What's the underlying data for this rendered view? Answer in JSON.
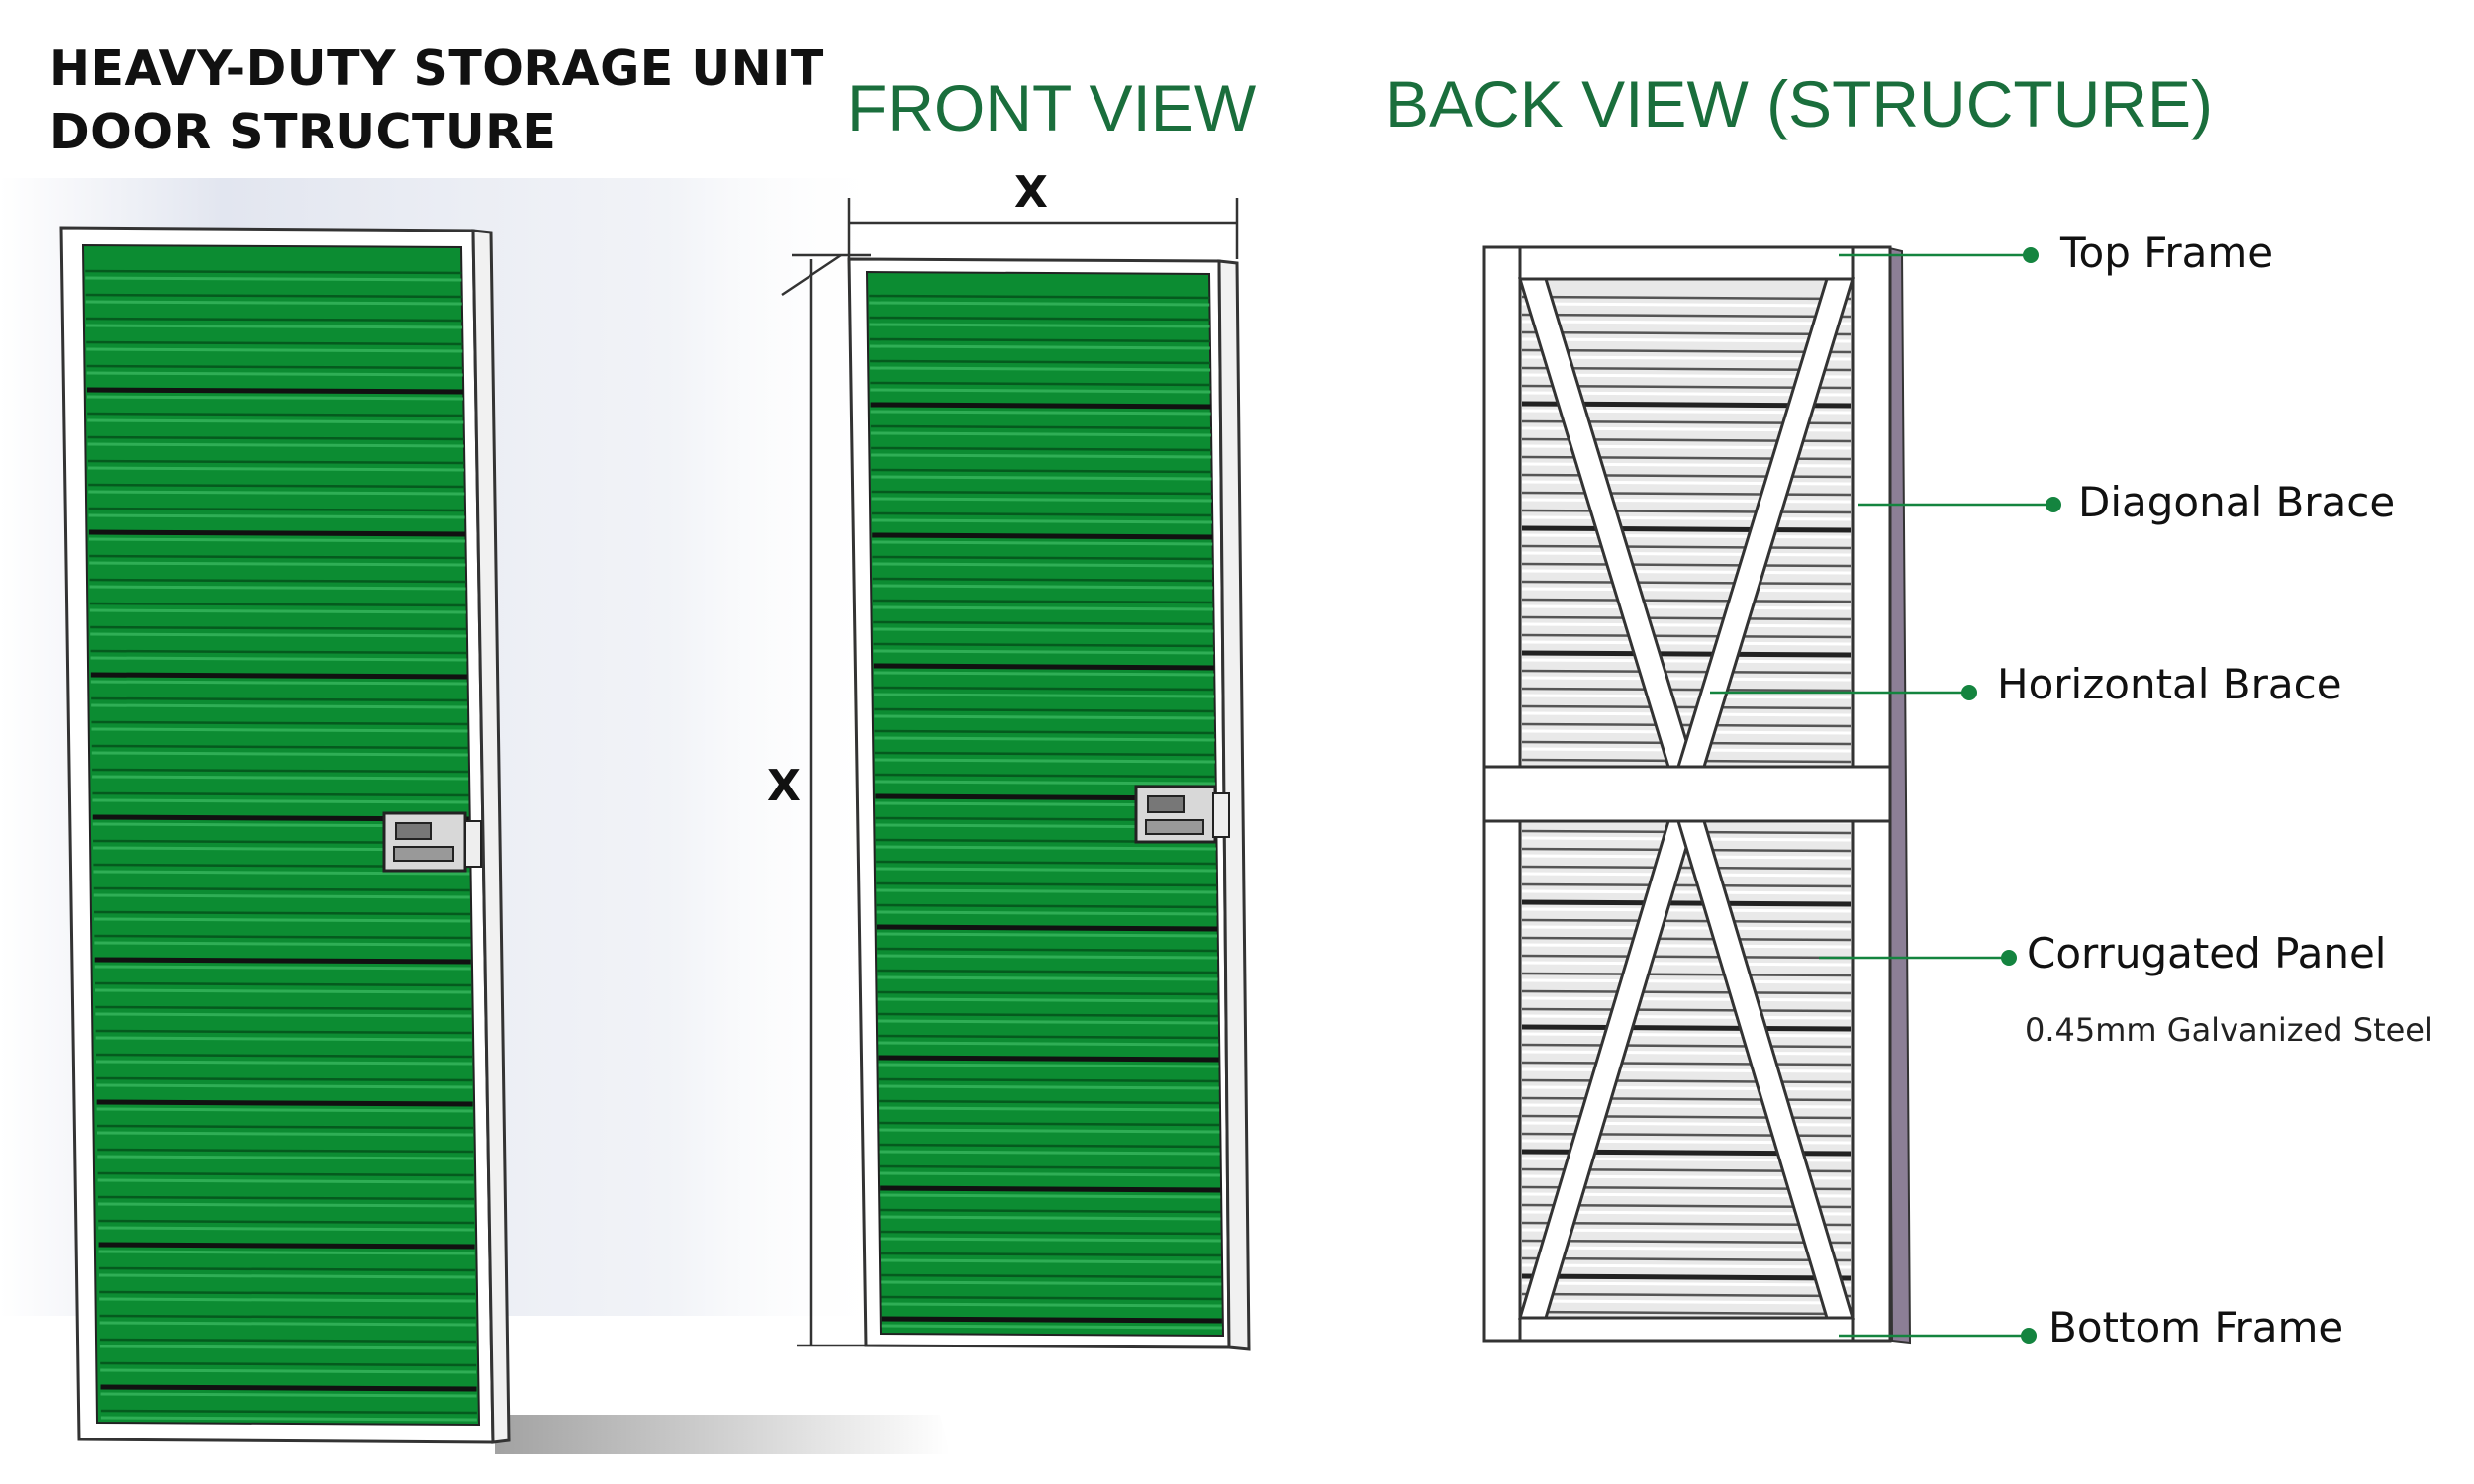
{
  "title": {
    "line1": "HEAVY-DUTY STORAGE UNIT",
    "line2": "DOOR STRUCTURE"
  },
  "front_view": {
    "heading": "FRONT VIEW",
    "width_label": "X",
    "height_label": "X"
  },
  "back_view": {
    "heading": "BACK VIEW (STRUCTURE)"
  },
  "callouts": {
    "top_frame": "Top Frame",
    "diagonal_brace": "Diagonal Brace",
    "horizontal_brace": "Horizontal Brace",
    "corrugated_panel": "Corrugated Panel",
    "corrugated_panel_spec": "0.45mm Galvanized Steel",
    "bottom_frame": "Bottom Frame"
  },
  "colors": {
    "panel_green": "#0c8c32",
    "panel_green_dark": "#055a1e",
    "heading_green": "#1a6e3c",
    "callout_green": "#14843f",
    "frame": "#ffffff",
    "outline": "#333333",
    "back_panel": "#e9e9e9"
  }
}
